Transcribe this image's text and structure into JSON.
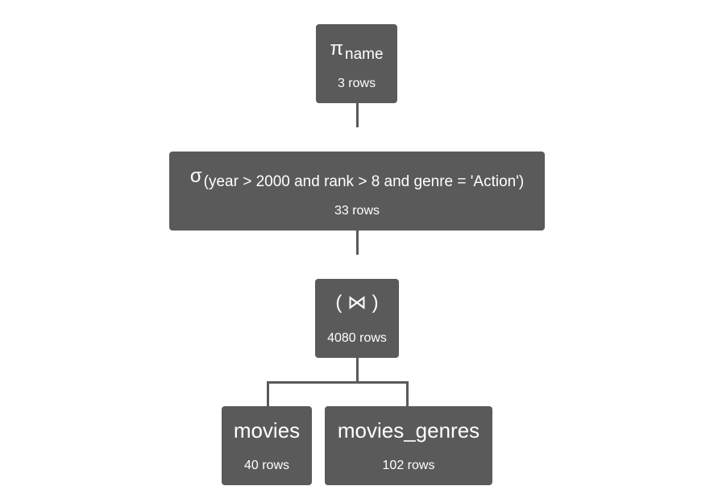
{
  "tree": {
    "projection": {
      "symbol": "π",
      "subscript": "name",
      "rows": "3 rows"
    },
    "selection": {
      "symbol": "σ",
      "subscript": "(year > 2000 and rank > 8 and genre = 'Action')",
      "rows": "33 rows"
    },
    "join": {
      "label": "( ⋈ )",
      "rows": "4080 rows"
    },
    "relations": [
      {
        "name": "movies",
        "rows": "40 rows"
      },
      {
        "name": "movies_genres",
        "rows": "102 rows"
      }
    ]
  },
  "colors": {
    "node_fill": "#5a5a5a",
    "node_text": "#ffffff",
    "edge": "#5a5a5a",
    "background": "#ffffff"
  }
}
